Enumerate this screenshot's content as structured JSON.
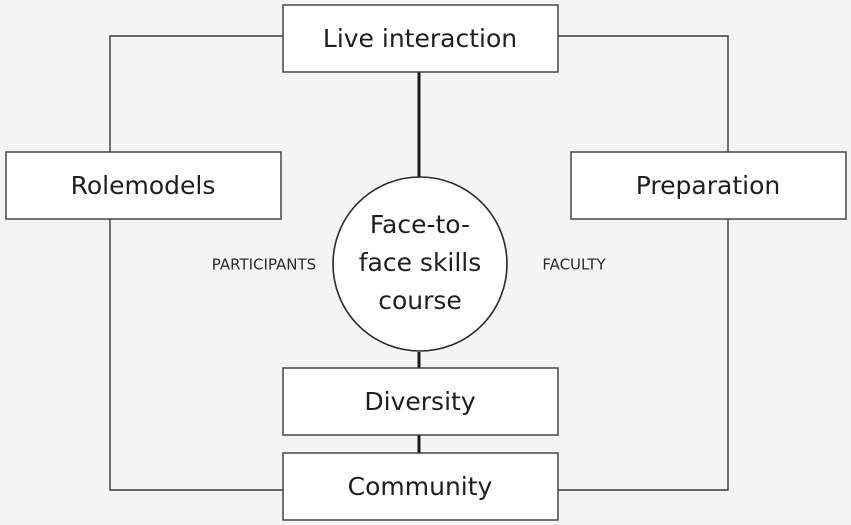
{
  "boxes": {
    "live_interaction": "Live interaction",
    "rolemodels": "Rolemodels",
    "preparation": "Preparation",
    "diversity": "Diversity",
    "community": "Community"
  },
  "center": {
    "lines": [
      "Face-to-",
      "face skills",
      "course"
    ]
  },
  "side_labels": {
    "left": "PARTICIPANTS",
    "right": "FACULTY"
  }
}
